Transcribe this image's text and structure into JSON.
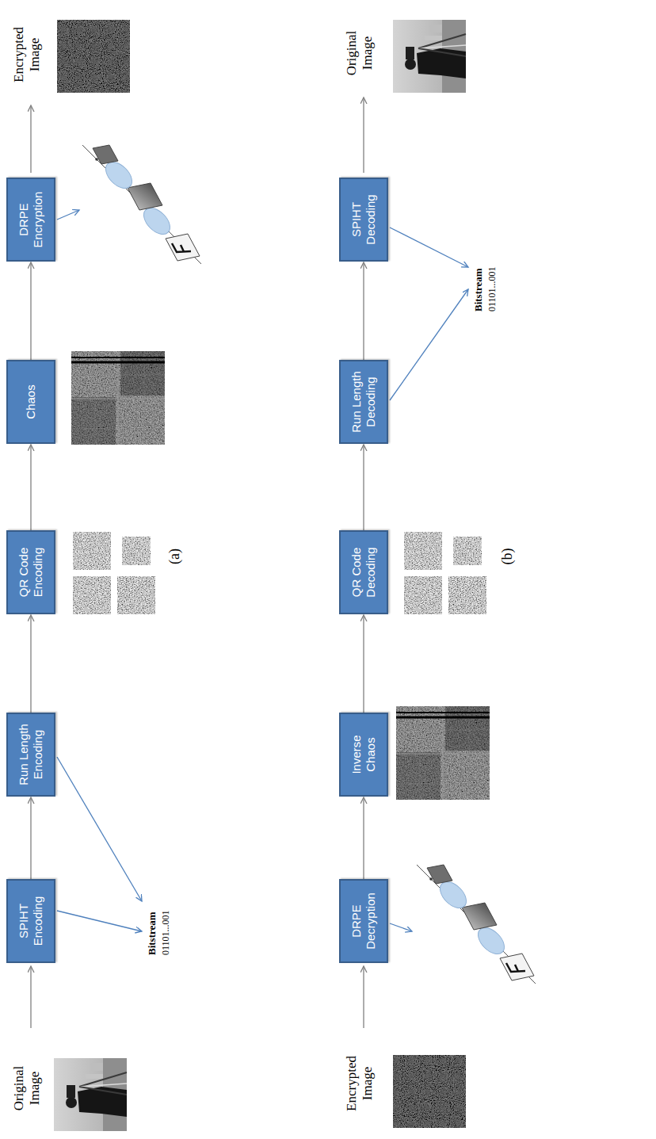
{
  "diagram": {
    "nodes": [
      {
        "text": [
          "SPIHT Encoding"
        ]
      },
      {
        "text": [
          "Run Length Encoding"
        ]
      },
      {
        "text": [
          "QR Code Encoding"
        ]
      },
      {
        "text": [
          "Chaos"
        ]
      },
      {
        "text": [
          "DRPE Encryption"
        ]
      },
      {
        "text": [
          "DRPE Decryption"
        ]
      },
      {
        "text": [
          "Inverse Chaos"
        ]
      },
      {
        "text": [
          "QR Code Decoding"
        ]
      },
      {
        "text": [
          "Run Length Decoding"
        ]
      },
      {
        "text": [
          "SPIHT Decoding"
        ]
      }
    ],
    "edges": [
      {
        "from": 0,
        "to": 1,
        "arrow": "to"
      },
      {
        "from": 1,
        "to": 2,
        "arrow": "to"
      },
      {
        "from": 2,
        "to": 3,
        "arrow": "to"
      },
      {
        "from": 3,
        "to": 4,
        "arrow": "to"
      },
      {
        "from": 5,
        "to": 6,
        "arrow": "to"
      },
      {
        "from": 6,
        "to": 7,
        "arrow": "to"
      },
      {
        "from": 7,
        "to": 8,
        "arrow": "to"
      },
      {
        "from": 8,
        "to": 9,
        "arrow": "to"
      }
    ],
    "labels": [
      "Original Image",
      "Encrypted Image",
      "Bitstream",
      "01101...001",
      "(a)",
      "Encrypted Image",
      "Original Image",
      "Bitstream",
      "01101...001",
      "(b)"
    ]
  }
}
